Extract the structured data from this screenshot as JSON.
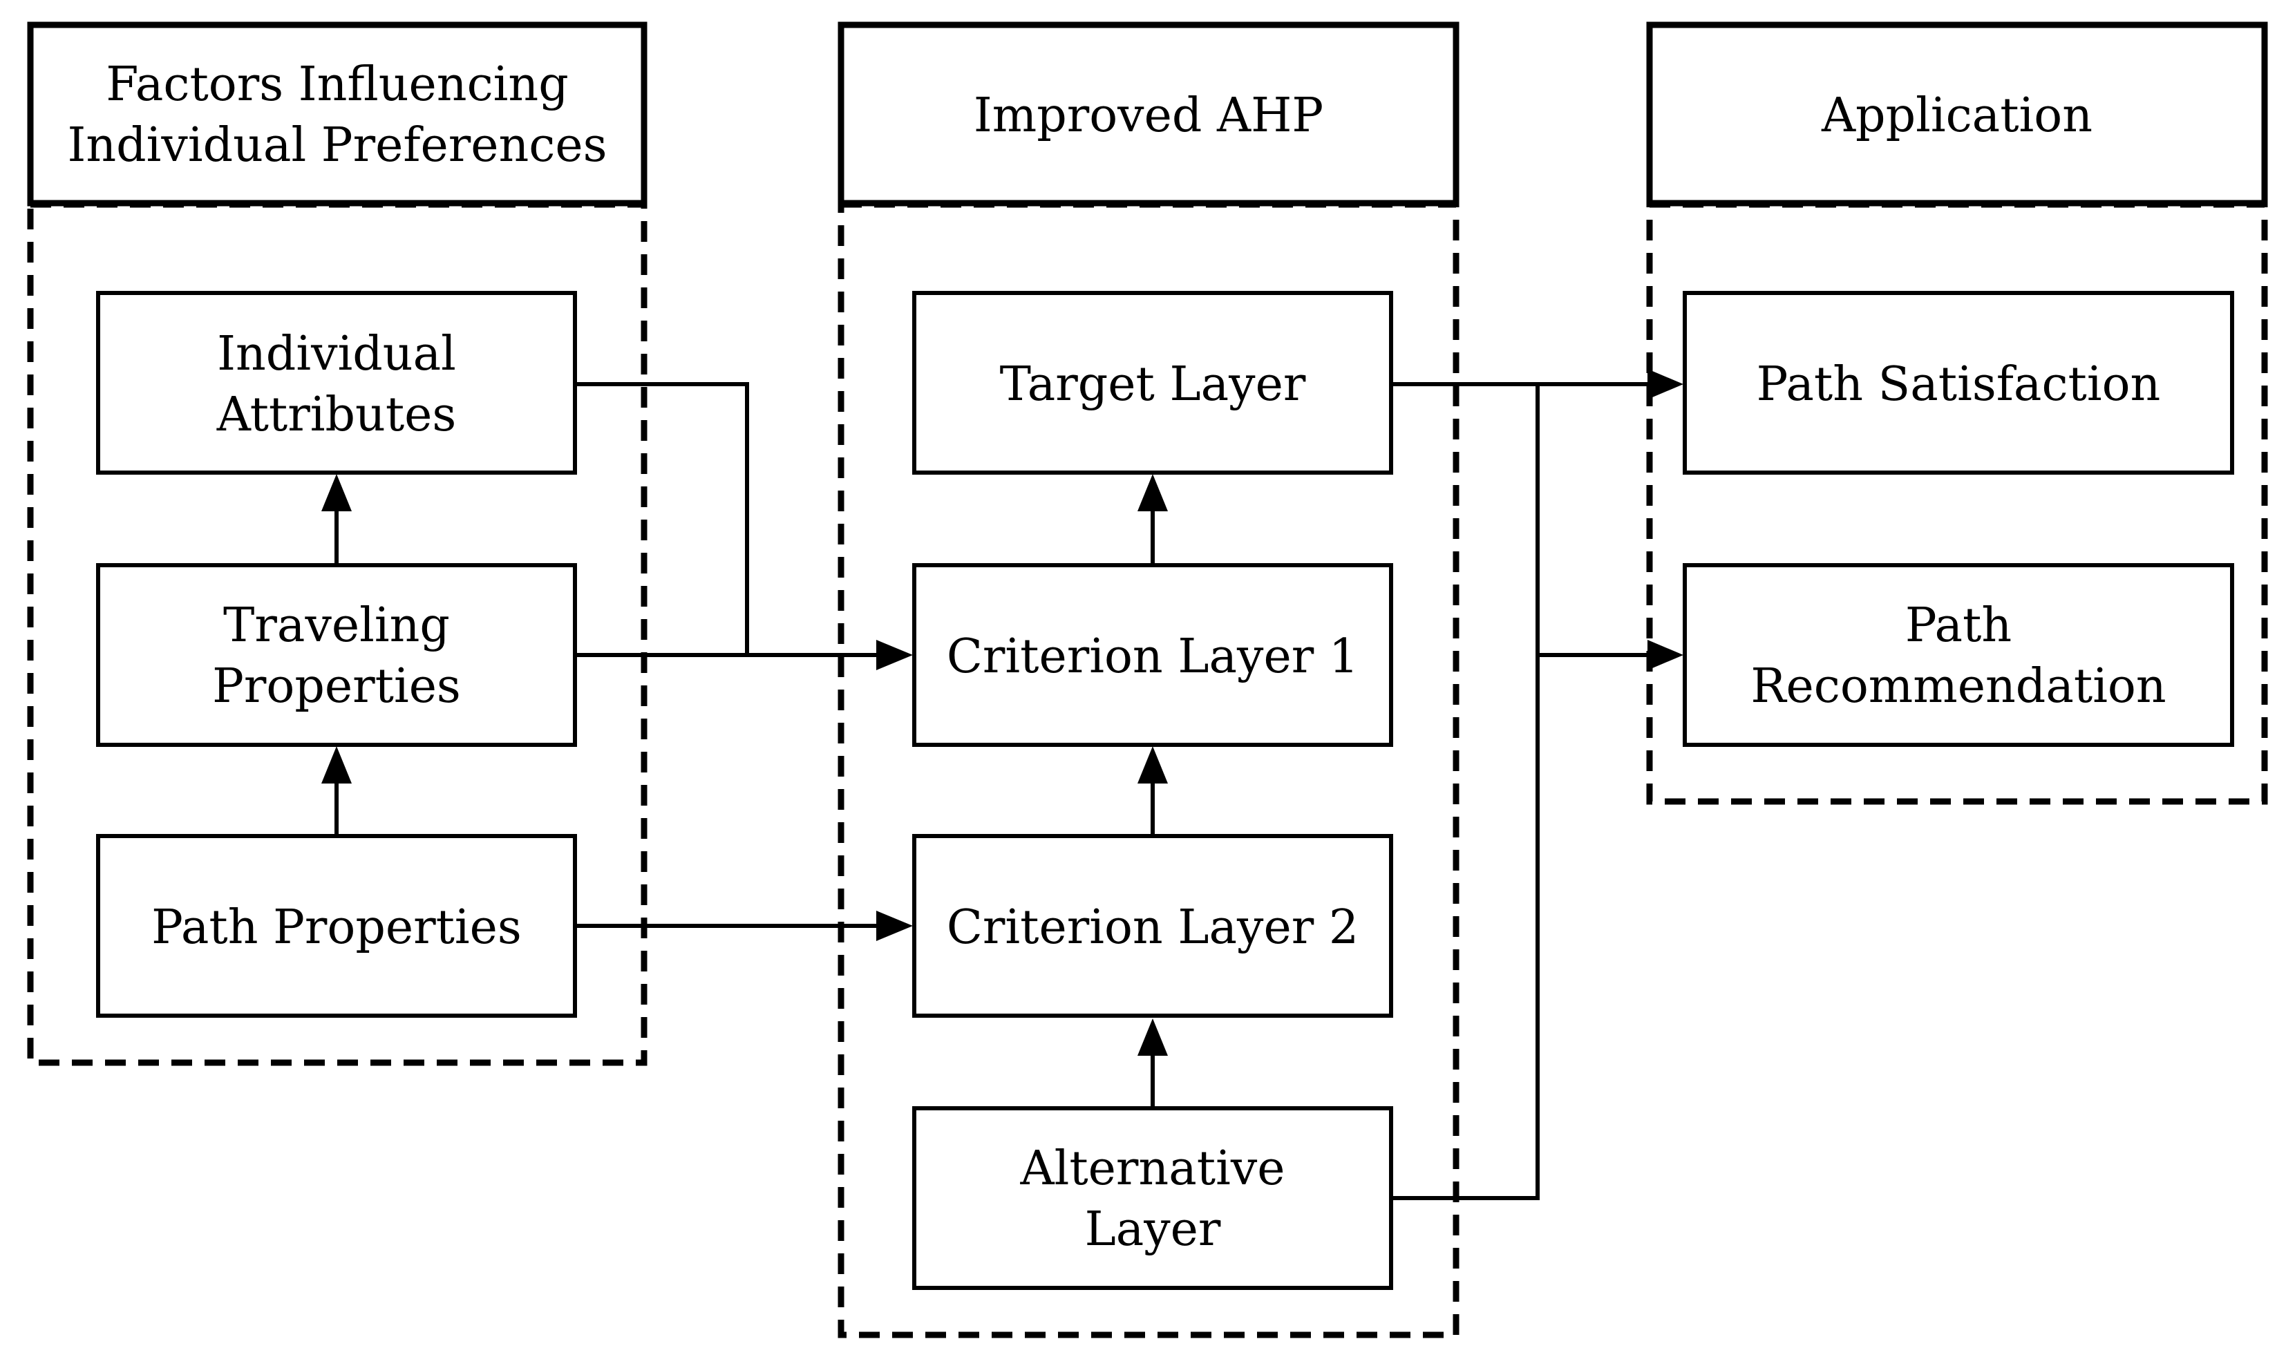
{
  "groups": {
    "factors": {
      "header_line1": "Factors Influencing",
      "header_line2": "Individual Preferences",
      "boxes": {
        "individual_attributes": {
          "line1": "Individual",
          "line2": "Attributes"
        },
        "traveling_properties": {
          "line1": "Traveling",
          "line2": "Properties"
        },
        "path_properties": {
          "line1": "Path Properties"
        }
      }
    },
    "ahp": {
      "header": "Improved AHP",
      "boxes": {
        "target_layer": {
          "line1": "Target Layer"
        },
        "criterion_layer_1": {
          "line1": "Criterion  Layer 1"
        },
        "criterion_layer_2": {
          "line1": "Criterion  Layer 2"
        },
        "alternative_layer": {
          "line1": "Alternative",
          "line2": "Layer"
        }
      }
    },
    "application": {
      "header": "Application",
      "boxes": {
        "path_satisfaction": {
          "line1": "Path Satisfaction"
        },
        "path_recommendation": {
          "line1": "Path",
          "line2": "Recommendation"
        }
      }
    }
  },
  "colors": {
    "stroke": "#000000",
    "background": "#ffffff"
  }
}
